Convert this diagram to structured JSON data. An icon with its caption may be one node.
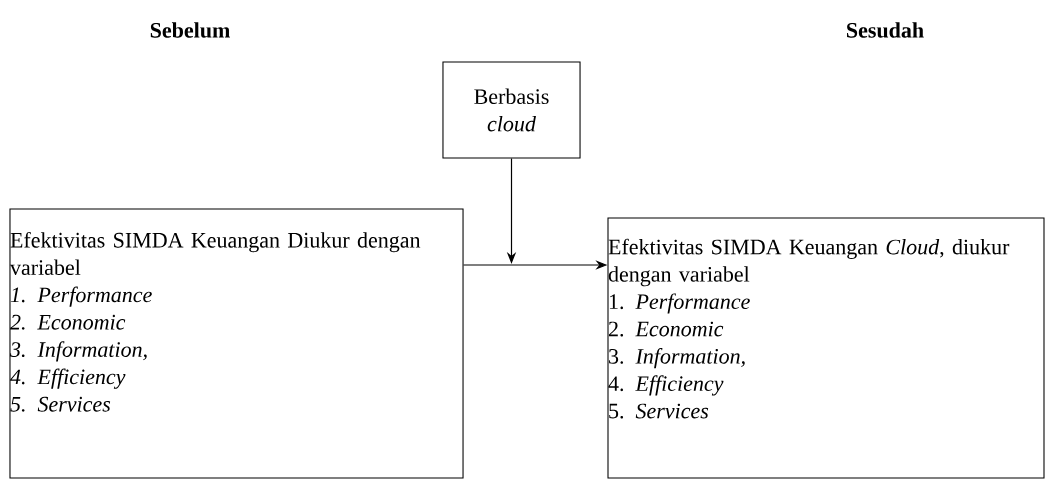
{
  "diagram": {
    "nodes": [
      {
        "text": [
          "Berbasis *cloud*"
        ]
      },
      {
        "text": [
          "Efektivitas SIMDA Keuangan Diukur dengan variabel",
          "1. Performance",
          "2. Economic",
          "3. Information,",
          "4. Efficiency",
          "5. Services"
        ]
      },
      {
        "text": [
          "Efektivitas SIMDA Keuangan *Cloud*, diukur dengan variabel",
          "1. *Performance*",
          "2. *Economic*",
          "3. *Information,*",
          "4. *Efficiency*",
          "5. *Services*"
        ]
      }
    ],
    "edges": [
      {
        "from": 1,
        "to": 2,
        "arrow": "to"
      },
      {
        "from": 0,
        "to": null,
        "arrow": "to"
      }
    ],
    "labels": [
      "Sebelum",
      "Sesudah"
    ]
  }
}
